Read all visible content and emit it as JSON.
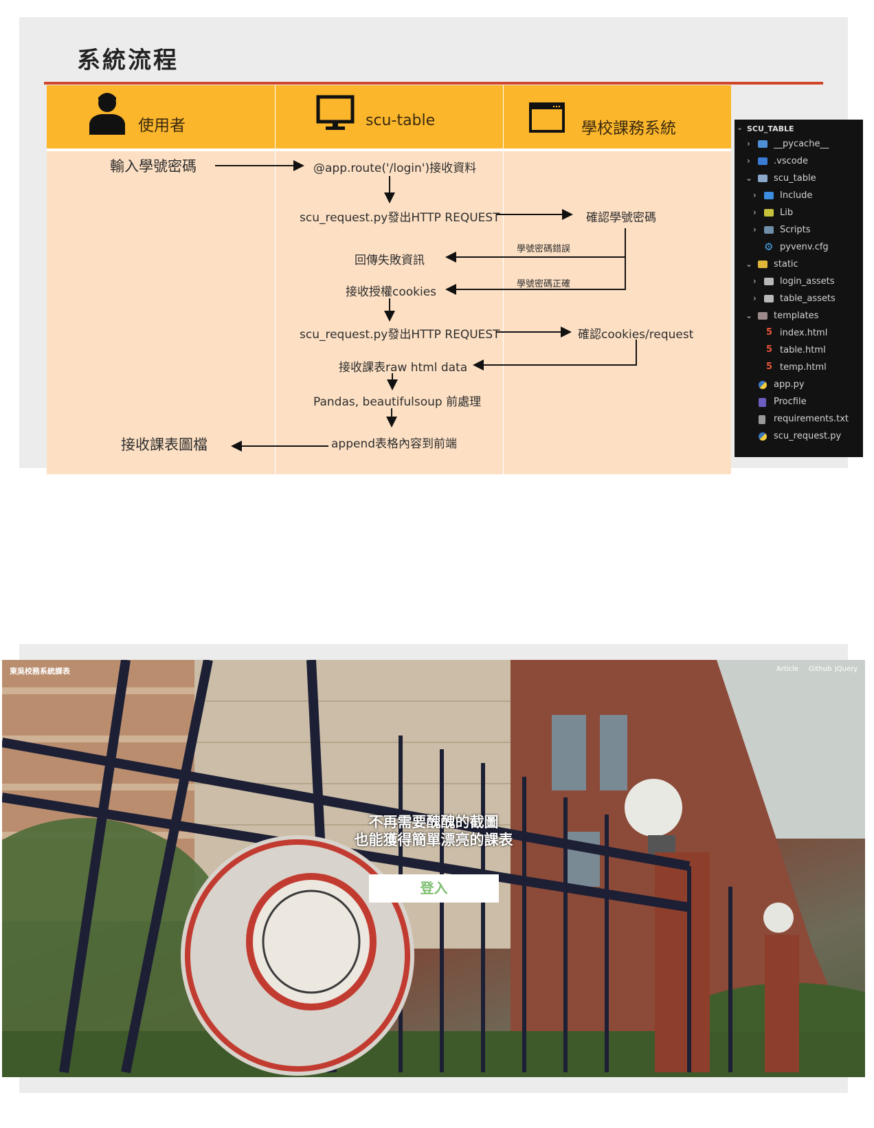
{
  "slide1": {
    "title": "系統流程",
    "lanes": [
      {
        "title": "使用者",
        "icon": "user-icon"
      },
      {
        "title": "scu-table",
        "icon": "monitor-icon"
      },
      {
        "title": "學校課務系統",
        "icon": "browser-window-icon"
      }
    ],
    "flow": {
      "input_credentials": "輸入學號密碼",
      "route_login": "@app.route('/login')接收資料",
      "http_request_1": "scu_request.py發出HTTP REQUEST",
      "verify_credentials": "確認學號密碼",
      "credentials_wrong": "學號密碼錯誤",
      "return_failure": "回傳失敗資訊",
      "credentials_correct": "學號密碼正確",
      "receive_cookies": "接收授權cookies",
      "http_request_2": "scu_request.py發出HTTP REQUEST",
      "verify_cookies": "確認cookies/request",
      "receive_raw_html": "接收課表raw html data",
      "preprocess": "Pandas, beautifulsoup 前處理",
      "append_frontend": "append表格內容到前端",
      "receive_image": "接收課表圖檔"
    },
    "colors": {
      "accent_rule": "#d1452b",
      "lane_header": "#fbb62b",
      "lane_body": "#fde0c4"
    }
  },
  "explorer": {
    "header": "SCU_TABLE",
    "items": [
      {
        "label": "__pycache__",
        "icon": "folder-icon"
      },
      {
        "label": ".vscode",
        "icon": "vscode-folder-icon"
      },
      {
        "label": "scu_table",
        "icon": "folder-open-icon"
      },
      {
        "label": "Include",
        "icon": "folder-icon"
      },
      {
        "label": "Lib",
        "icon": "folder-icon"
      },
      {
        "label": "Scripts",
        "icon": "folder-icon"
      },
      {
        "label": "pyvenv.cfg",
        "icon": "gear-icon"
      },
      {
        "label": "static",
        "icon": "folder-open-icon"
      },
      {
        "label": "login_assets",
        "icon": "folder-icon"
      },
      {
        "label": "table_assets",
        "icon": "folder-icon"
      },
      {
        "label": "templates",
        "icon": "folder-open-icon"
      },
      {
        "label": "index.html",
        "icon": "html5-icon"
      },
      {
        "label": "table.html",
        "icon": "html5-icon"
      },
      {
        "label": "temp.html",
        "icon": "html5-icon"
      },
      {
        "label": "app.py",
        "icon": "python-icon"
      },
      {
        "label": "Procfile",
        "icon": "heroku-icon"
      },
      {
        "label": "requirements.txt",
        "icon": "text-file-icon"
      },
      {
        "label": "scu_request.py",
        "icon": "python-icon"
      }
    ]
  },
  "site": {
    "brand": "東吳校務系統課表",
    "nav": [
      "Article",
      "Github",
      "jQuery"
    ],
    "hero_line1": "不再需要醜醜的截圖",
    "hero_line2": "也能獲得簡單漂亮的課表",
    "login_button": "登入"
  }
}
